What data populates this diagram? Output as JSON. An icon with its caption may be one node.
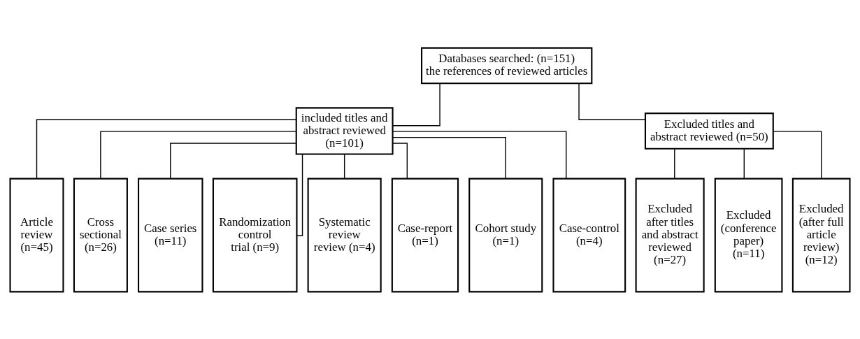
{
  "diagram": {
    "nodes": [
      {
        "text": [
          "Databases searched: (n=151)",
          "the references of reviewed articles"
        ]
      },
      {
        "text": [
          "included titles and abstract reviewed (n=101)"
        ]
      },
      {
        "text": [
          "Excluded titles and abstract reviewed (n=50)"
        ]
      },
      {
        "text": [
          "Article review (n=45)"
        ]
      },
      {
        "text": [
          "Cross sectional (n=26)"
        ]
      },
      {
        "text": [
          "Case series (n=11)"
        ]
      },
      {
        "text": [
          "Randomization control trial (n=9)"
        ]
      },
      {
        "text": [
          "Systematic review review (n=4)"
        ]
      },
      {
        "text": [
          "Case-report (n=1)"
        ]
      },
      {
        "text": [
          "Cohort study (n=1)"
        ]
      },
      {
        "text": [
          "Case-control (n=4)"
        ]
      },
      {
        "text": [
          "Excluded after titles and abstract reviewed (n=27)"
        ]
      },
      {
        "text": [
          "Excluded (conference paper) (n=11)"
        ]
      },
      {
        "text": [
          "Excluded (after full article review) (n=12)"
        ]
      }
    ],
    "edges": [
      {
        "from": 0,
        "to": 1,
        "arrow": "none"
      },
      {
        "from": 0,
        "to": 2,
        "arrow": "none"
      },
      {
        "from": 1,
        "to": 3,
        "arrow": "none"
      },
      {
        "from": 1,
        "to": 4,
        "arrow": "none"
      },
      {
        "from": 1,
        "to": 5,
        "arrow": "none"
      },
      {
        "from": 1,
        "to": 6,
        "arrow": "none"
      },
      {
        "from": 1,
        "to": 7,
        "arrow": "none"
      },
      {
        "from": 1,
        "to": 8,
        "arrow": "none"
      },
      {
        "from": 1,
        "to": 9,
        "arrow": "none"
      },
      {
        "from": 1,
        "to": 10,
        "arrow": "none"
      },
      {
        "from": 2,
        "to": 11,
        "arrow": "none"
      },
      {
        "from": 2,
        "to": 12,
        "arrow": "none"
      },
      {
        "from": 2,
        "to": 13,
        "arrow": "none"
      }
    ]
  }
}
